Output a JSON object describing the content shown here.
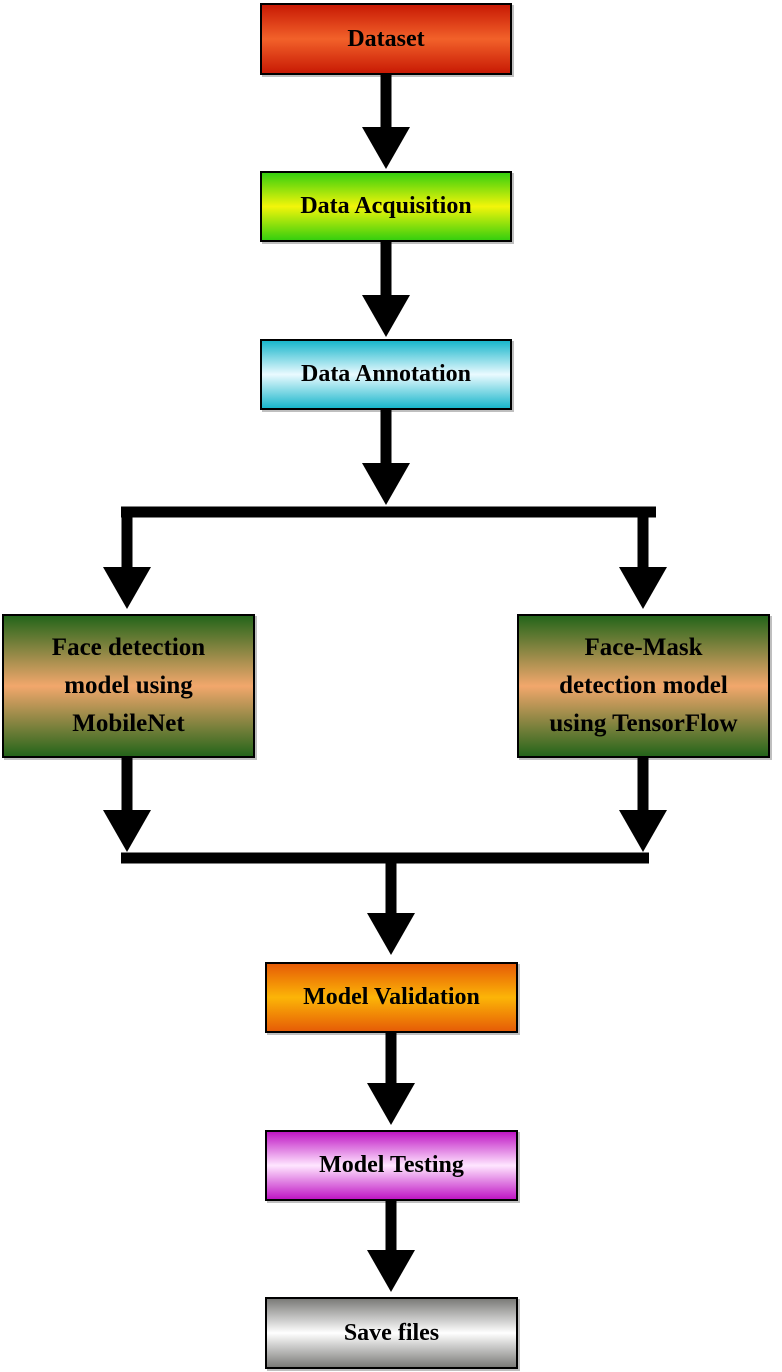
{
  "nodes": {
    "dataset": "Dataset",
    "acquisition": "Data Acquisition",
    "annotation": "Data Annotation",
    "face_detection": [
      "Face detection",
      "model using",
      "MobileNet"
    ],
    "mask_detection": [
      "Face-Mask",
      "detection model",
      "using TensorFlow"
    ],
    "validation": "Model Validation",
    "testing": "Model Testing",
    "save": "Save files"
  },
  "colors": {
    "dataset": "#d83d15",
    "acquisition": "#7ee30c",
    "annotation": "#6ed3e3",
    "model_boxes": "#2f6b1f",
    "model_box_highlight": "#f2a76c",
    "validation": "#f58d06",
    "testing": "#d650d6",
    "save": "#b0b0ae",
    "connector": "#000000"
  }
}
